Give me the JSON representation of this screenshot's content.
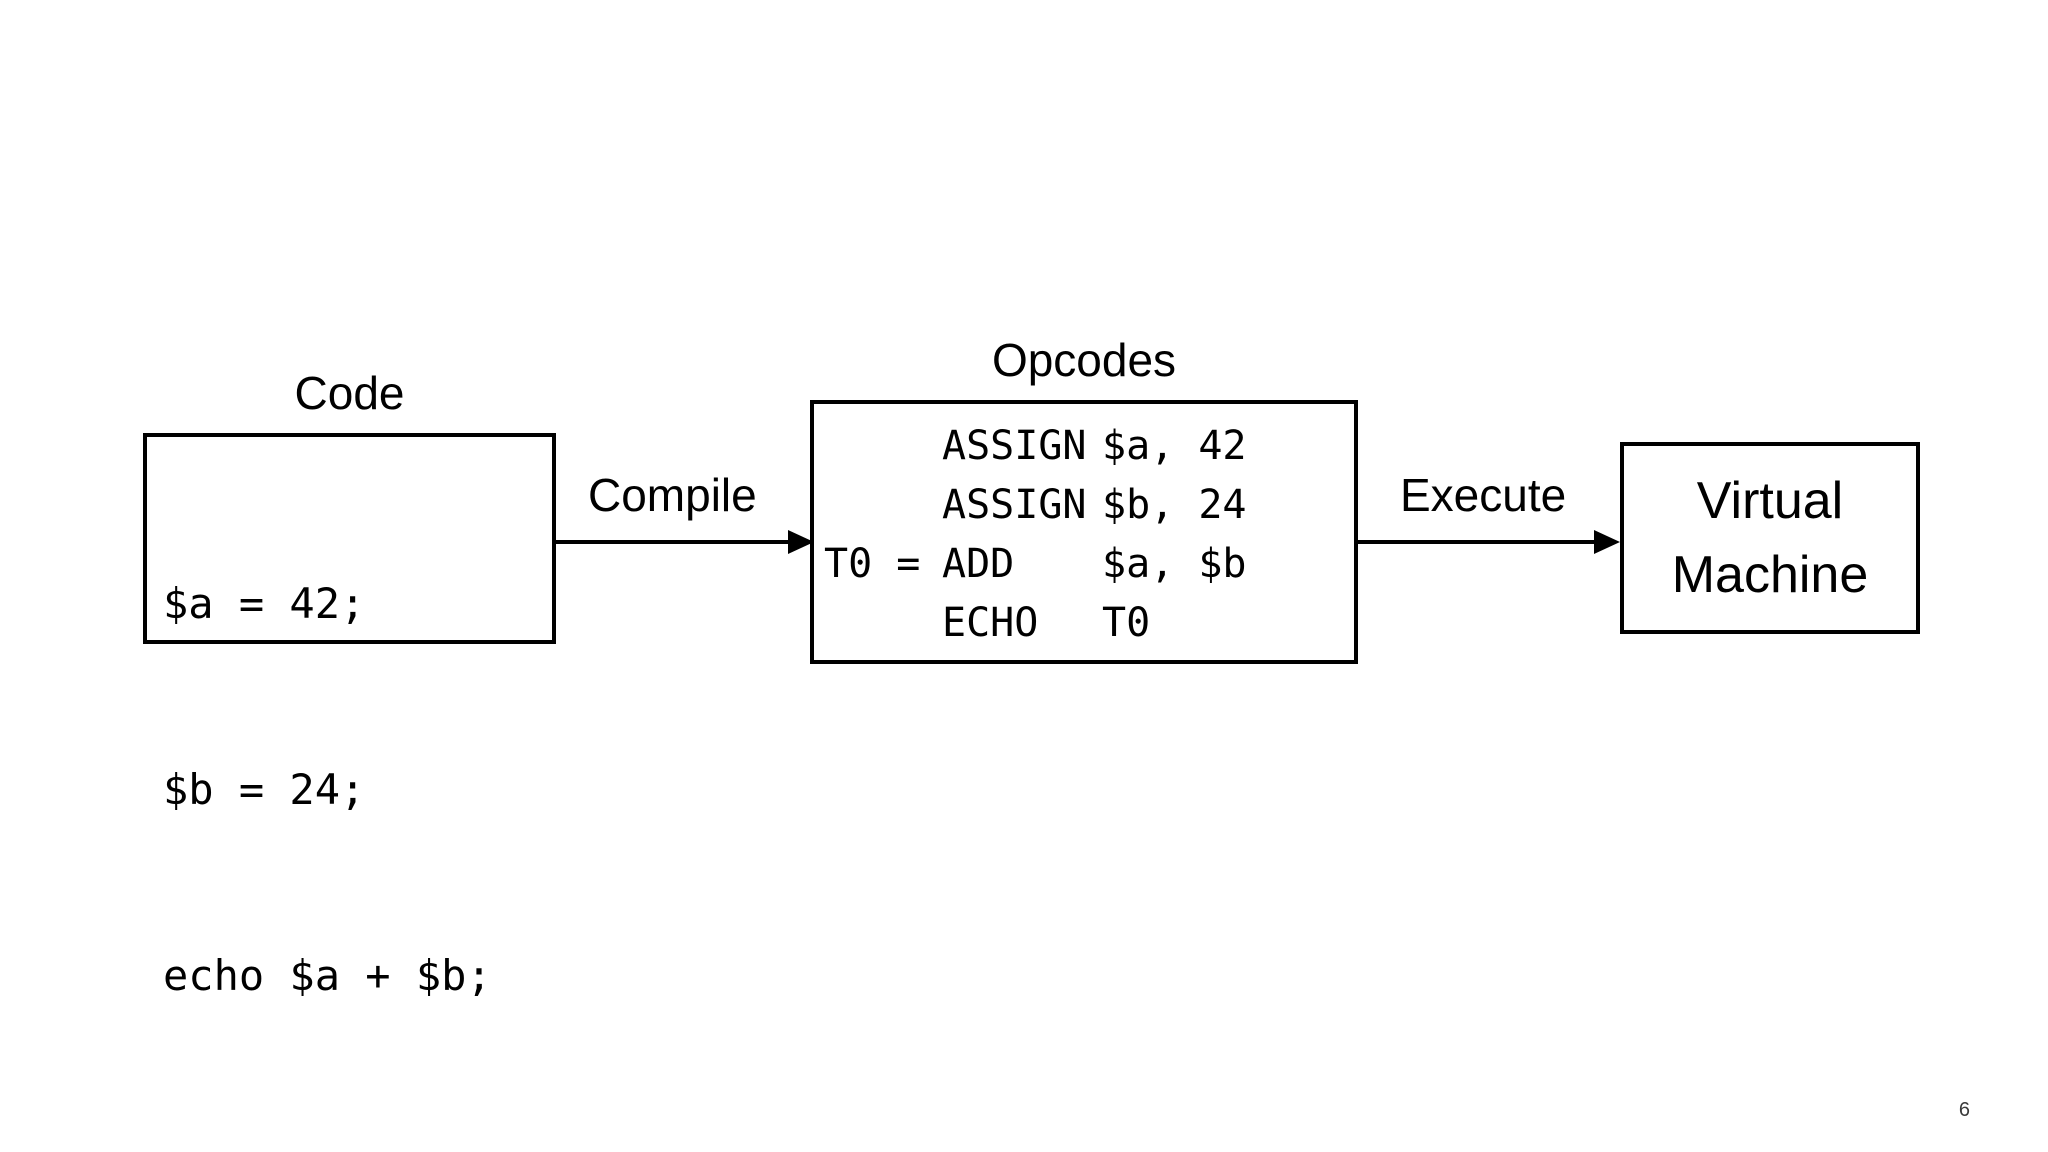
{
  "slide": {
    "background_color": "#ffffff",
    "stroke_color": "#000000",
    "page_number": "6"
  },
  "code_block": {
    "caption": "Code",
    "lines": [
      "$a = 42;",
      "$b = 24;",
      "echo $a + $b;"
    ]
  },
  "opcodes_block": {
    "caption": "Opcodes",
    "columns": [
      "dest",
      "mnemonic",
      "args"
    ],
    "rows": [
      {
        "dest": "",
        "mnemonic": "ASSIGN",
        "args": "$a, 42"
      },
      {
        "dest": "",
        "mnemonic": "ASSIGN",
        "args": "$b, 24"
      },
      {
        "dest": "T0 =",
        "mnemonic": "ADD",
        "args": "$a, $b"
      },
      {
        "dest": "",
        "mnemonic": "ECHO",
        "args": "T0"
      }
    ]
  },
  "vm_block": {
    "line1": "Virtual",
    "line2": "Machine"
  },
  "arrows": [
    {
      "label": "Compile",
      "from": "code_block",
      "to": "opcodes_block"
    },
    {
      "label": "Execute",
      "from": "opcodes_block",
      "to": "vm_block"
    }
  ]
}
